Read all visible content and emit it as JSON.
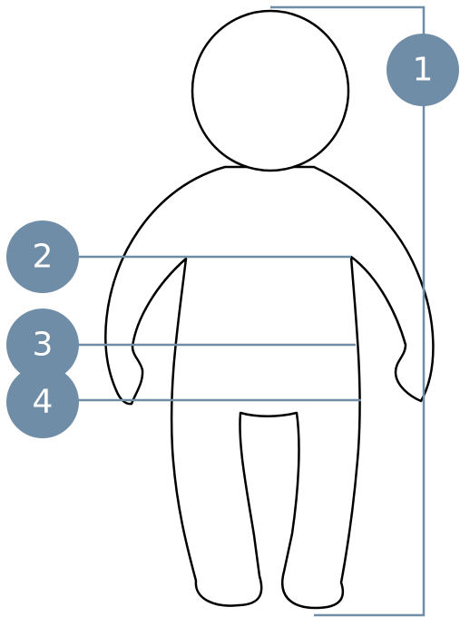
{
  "colors": {
    "accent": "#6f8da6",
    "marker_text": "#ffffff",
    "outline": "#000000"
  },
  "markers": [
    {
      "label": "1",
      "measurement": "total-height"
    },
    {
      "label": "2",
      "measurement": "chest"
    },
    {
      "label": "3",
      "measurement": "waist"
    },
    {
      "label": "4",
      "measurement": "hip"
    }
  ]
}
